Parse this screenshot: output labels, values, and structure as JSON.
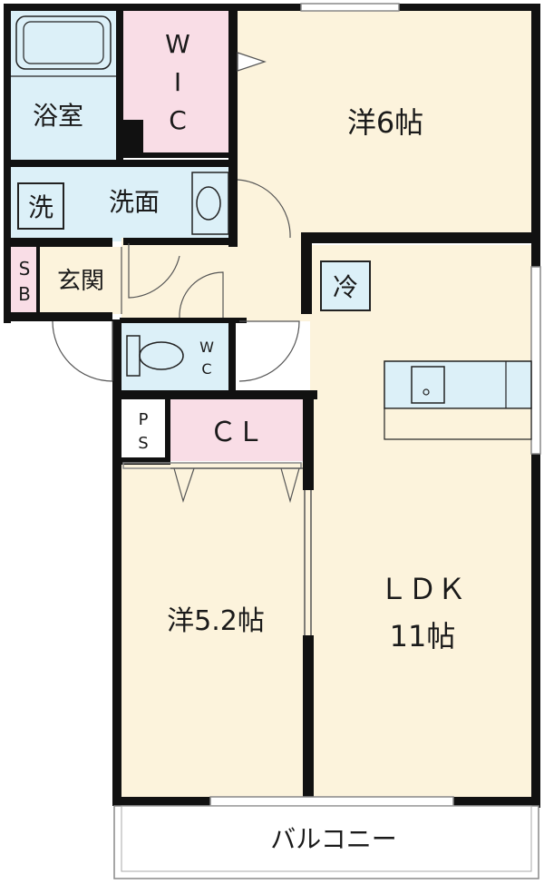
{
  "colors": {
    "wall": "#111111",
    "room": "#fcf3dc",
    "wet": "#dcf0f8",
    "pink": "#f9dde6",
    "fixture_stroke": "#222222",
    "balcony": "#ffffff"
  },
  "rooms": {
    "bath": "浴室",
    "wic_w": "W",
    "wic_i": "I",
    "wic_c": "C",
    "western6": "洋6帖",
    "wash_badge": "洗",
    "washroom": "洗面",
    "fridge_badge": "冷",
    "sb_s": "S",
    "sb_b": "B",
    "entrance": "玄関",
    "wc_w": "W",
    "wc_c": "C",
    "ps_p": "P",
    "ps_s": "S",
    "closet": "ＣＬ",
    "western52": "洋5.2帖",
    "ldk": "ＬＤＫ",
    "ldk_size": "11帖",
    "balcony": "バルコニー"
  }
}
